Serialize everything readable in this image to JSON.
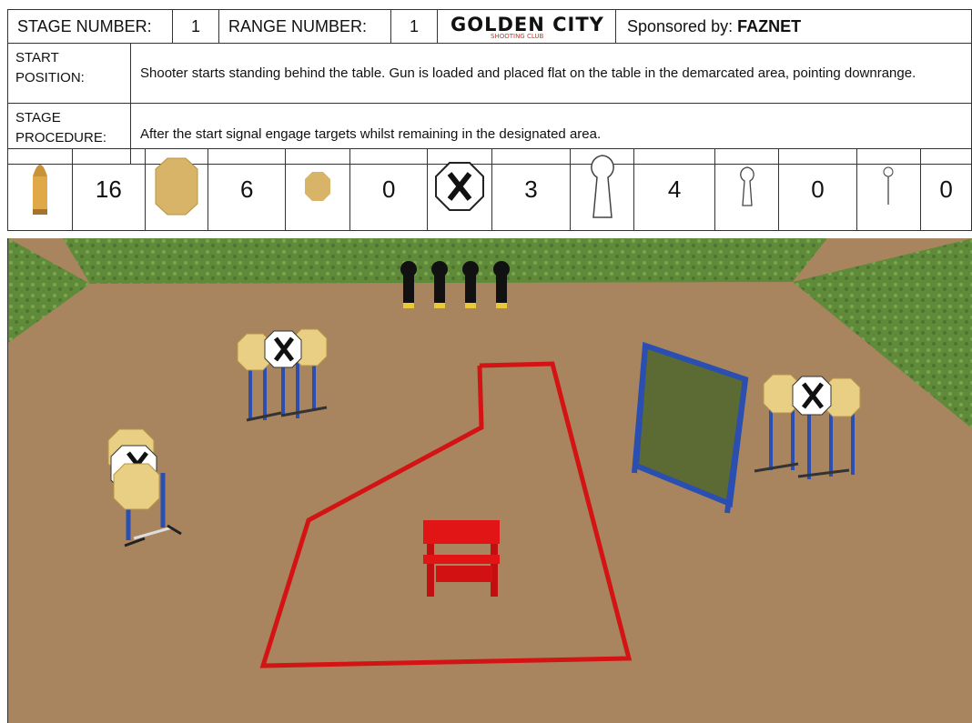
{
  "header": {
    "stage_label": "STAGE NUMBER:",
    "stage_value": "1",
    "range_label": "RANGE NUMBER:",
    "range_value": "1",
    "logo_text": "GOLDEN CITY",
    "logo_subtext": "SHOOTING CLUB",
    "sponsor_prefix": "Sponsored by:",
    "sponsor_name": "FAZNET"
  },
  "start_position": {
    "label_line1": "START",
    "label_line2": "POSITION:",
    "text": "Shooter starts standing behind the table. Gun is loaded and placed flat on the table in the demarcated area, pointing downrange."
  },
  "stage_procedure": {
    "label_line1": "STAGE",
    "label_line2": "PROCEDURE:",
    "text": "After the start signal engage targets whilst remaining in the designated area."
  },
  "counts": [
    {
      "icon": "bullet-icon",
      "value": "16"
    },
    {
      "icon": "ipsc-paper-target-icon",
      "value": "6"
    },
    {
      "icon": "mini-paper-target-icon",
      "value": "0"
    },
    {
      "icon": "no-shoot-target-icon",
      "value": "3"
    },
    {
      "icon": "popper-icon",
      "value": "4"
    },
    {
      "icon": "mini-popper-icon",
      "value": "0"
    },
    {
      "icon": "micro-popper-icon",
      "value": "0"
    }
  ],
  "colors": {
    "ground": "#a8855e",
    "grass": "#5f8a3a",
    "fault_line": "#d41414",
    "target_tan": "#e8cf84",
    "stand_blue": "#2a4fb0"
  }
}
